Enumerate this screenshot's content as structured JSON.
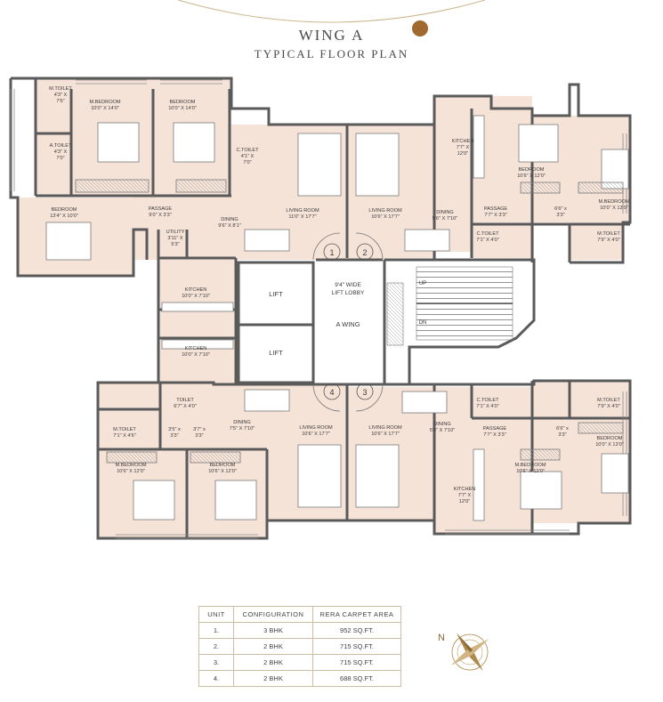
{
  "header": {
    "title": "WING A",
    "subtitle": "TYPICAL FLOOR PLAN"
  },
  "colors": {
    "room_fill": "#f6e3d8",
    "wall": "#5a5a5a",
    "accent_gold": "#b08a4a",
    "bronze_dot": "#a06a2e"
  },
  "core": {
    "lift1": "LIFT",
    "lift2": "LIFT",
    "lobby_l1": "9'4\" WIDE",
    "lobby_l2": "LIFT LOBBY",
    "wing": "A WING",
    "up": "UP",
    "dn": "DN"
  },
  "unit_markers": {
    "u1": "1",
    "u2": "2",
    "u3": "3",
    "u4": "4"
  },
  "rooms": {
    "u1": {
      "mtoilet_n": "M.TOILET",
      "mtoilet_d1": "4'3\" X",
      "mtoilet_d2": "7'6\"",
      "atoilet_n": "A.TOILET",
      "atoilet_d1": "4'3\" X",
      "atoilet_d2": "7'0\"",
      "mbed_n": "M.BEDROOM",
      "mbed_d": "10'0\" X 14'0\"",
      "bed_n": "BEDROOM",
      "bed_d": "10'0\" X 14'0\"",
      "ctoilet_n": "C.TOILET",
      "ctoilet_d1": "4'1\" X",
      "ctoilet_d2": "7'0\"",
      "bed2_n": "BEDROOM",
      "bed2_d": "13'4\" X 10'0\"",
      "passage_n": "PASSAGE",
      "passage_d": "9'0\" X 3'3\"",
      "dining_n": "DINING",
      "dining_d": "9'6\" X 8'1\"",
      "living_n": "LIVING ROOM",
      "living_d": "11'0\" X 17'7\"",
      "utility_n": "UTILITY",
      "utility_d1": "3'11\" X",
      "utility_d2": "5'3\"",
      "kitchen_n": "KITCHEN",
      "kitchen_d": "10'0\" X 7'10\""
    },
    "u2": {
      "living_n": "LIVING ROOM",
      "living_d": "10'6\" X 17'7\"",
      "dining_n": "DINING",
      "dining_d": "5'6\" X 7'10\"",
      "kitchen_n": "KITCHEN",
      "kitchen_d1": "7'7\" X",
      "kitchen_d2": "12'0\"",
      "passage_n": "PASSAGE",
      "passage_d": "7'7\" X 3'3\"",
      "bed_n": "BEDROOM",
      "bed_d": "10'6\" X 12'0\"",
      "lobby_d1": "6'6\" x",
      "lobby_d2": "3'3\"",
      "mbed_n": "M.BEDROOM",
      "mbed_d": "10'0\" X 13'0\"",
      "ctoilet_n": "C.TOILET",
      "ctoilet_d": "7'1\" X 4'0\"",
      "mtoilet_n": "M.TOILET",
      "mtoilet_d": "7'9\" X 4'0\""
    },
    "u3": {
      "ctoilet_n": "C.TOILET",
      "ctoilet_d": "7'1\" X 4'0\"",
      "mtoilet_n": "M.TOILET",
      "mtoilet_d": "7'9\" X 4'0\"",
      "living_n": "LIVING ROOM",
      "living_d": "10'6\" X 17'7\"",
      "dining_n": "DINING",
      "dining_d": "5'6\" X 7'10\"",
      "passage_n": "PASSAGE",
      "passage_d": "7'7\" X 3'3\"",
      "lobby_d1": "6'6\" x",
      "lobby_d2": "3'3\"",
      "bed_n": "BEDROOM",
      "bed_d": "10'0\" X 13'0\"",
      "mbed_n": "M.BEDROOM",
      "mbed_d": "10'6\" X 12'0\"",
      "kitchen_n": "KITCHEN",
      "kitchen_d1": "7'7\" X",
      "kitchen_d2": "12'0\""
    },
    "u4": {
      "kitchen_n": "KITCHEN",
      "kitchen_d": "10'0\" X 7'10\"",
      "toilet_n": "TOILET",
      "toilet_d": "6'7\" X 4'0\"",
      "mtoilet_n": "M.TOILET",
      "mtoilet_d": "7'1\" X 4'6\"",
      "lob1_d1": "3'5\" x",
      "lob1_d2": "3'3\"",
      "lob2_d1": "3'7\" x",
      "lob2_d2": "3'3\"",
      "dining_n": "DINING",
      "dining_d": "7'5\" X 7'10\"",
      "living_n": "LIVING ROOM",
      "living_d": "10'6\" X 17'7\"",
      "mbed_n": "M.BEDROOM",
      "mbed_d": "10'6\" X 12'0\"",
      "bed_n": "BEDROOM",
      "bed_d": "10'6\" X 12'0\""
    }
  },
  "table": {
    "headers": [
      "UNIT",
      "CONFIGURATION",
      "RERA CARPET AREA"
    ],
    "rows": [
      [
        "1.",
        "3 BHK",
        "952 SQ.FT."
      ],
      [
        "2.",
        "2 BHK",
        "715 SQ.FT."
      ],
      [
        "3.",
        "2 BHK",
        "715 SQ.FT."
      ],
      [
        "4.",
        "2 BHK",
        "688 SQ.FT."
      ]
    ]
  },
  "compass": {
    "north_label": "N"
  }
}
